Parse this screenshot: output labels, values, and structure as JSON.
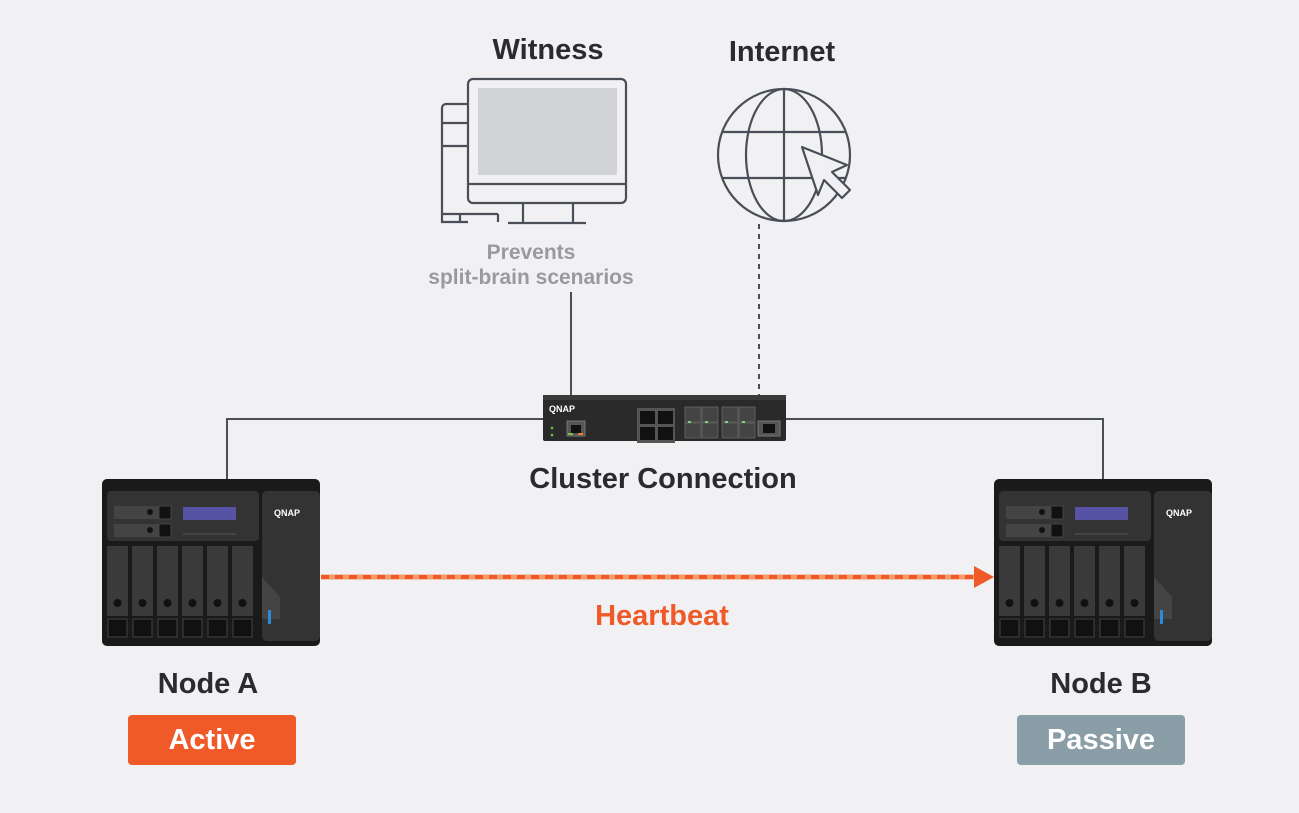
{
  "witness": {
    "title": "Witness",
    "description_line1": "Prevents",
    "description_line2": "split-brain scenarios",
    "icon": "desktop-computer-icon"
  },
  "internet": {
    "title": "Internet",
    "icon": "globe-cursor-icon"
  },
  "switch": {
    "label": "Cluster Connection",
    "brand": "QNAP",
    "icon": "network-switch-icon"
  },
  "heartbeat": {
    "label": "Heartbeat",
    "color": "#f05a28"
  },
  "nodes": [
    {
      "name": "Node A",
      "status": "Active",
      "status_color": "#f05a28",
      "brand": "QNAP"
    },
    {
      "name": "Node B",
      "status": "Passive",
      "status_color": "#8a9ea7",
      "brand": "QNAP"
    }
  ],
  "colors": {
    "background": "#f1f1f4",
    "line": "#4a4f57",
    "device": "#1a1a1a"
  }
}
